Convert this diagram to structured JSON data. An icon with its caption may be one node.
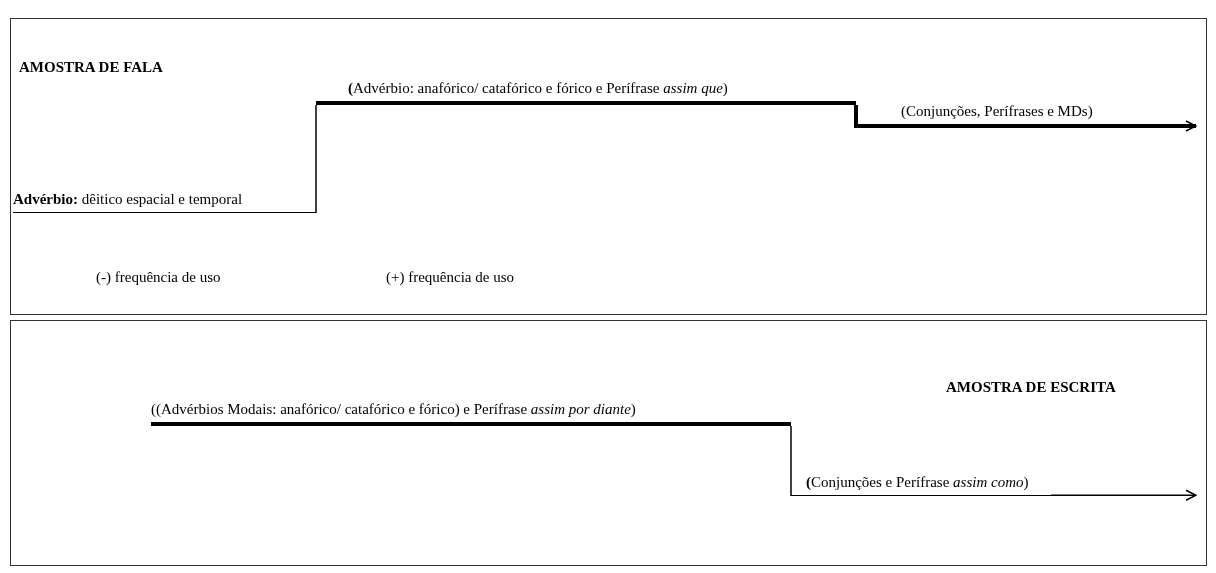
{
  "diagram": {
    "nodes": [
      {
        "text": [
          "AMOSTRA DE FALA"
        ]
      },
      {
        "text": [
          "**Advérbio:** dêitico espacial e temporal"
        ],
        "in": 0
      },
      {
        "text": [
          "**(**Advérbio: anafórico/ catafórico e fórico e Perífrase *assim que*)"
        ],
        "in": 0
      },
      {
        "text": [
          "(Conjunções, Perífrases e MDs)"
        ],
        "in": 0
      },
      {
        "text": [
          "AMOSTRA DE ESCRITA"
        ]
      },
      {
        "text": [
          "((Advérbios Modais: anafórico/ catafórico e fórico) e Perífrase *assim por diante*)"
        ],
        "in": 4
      },
      {
        "text": [
          "**(**Conjunções e Perífrase *assim como*)"
        ],
        "in": 4
      }
    ],
    "edges": [
      {
        "from": 1,
        "to": 2,
        "arrow": "none"
      },
      {
        "from": 2,
        "to": 3,
        "arrow": "none",
        "style": "thick"
      },
      {
        "from": 3,
        "to": null,
        "arrow": "to",
        "style": "thick"
      },
      {
        "from": 5,
        "to": 6,
        "arrow": "none"
      },
      {
        "from": 6,
        "to": null,
        "arrow": "to"
      }
    ],
    "labels": [
      "(-) frequência de uso",
      "(+) frequência de uso"
    ]
  }
}
